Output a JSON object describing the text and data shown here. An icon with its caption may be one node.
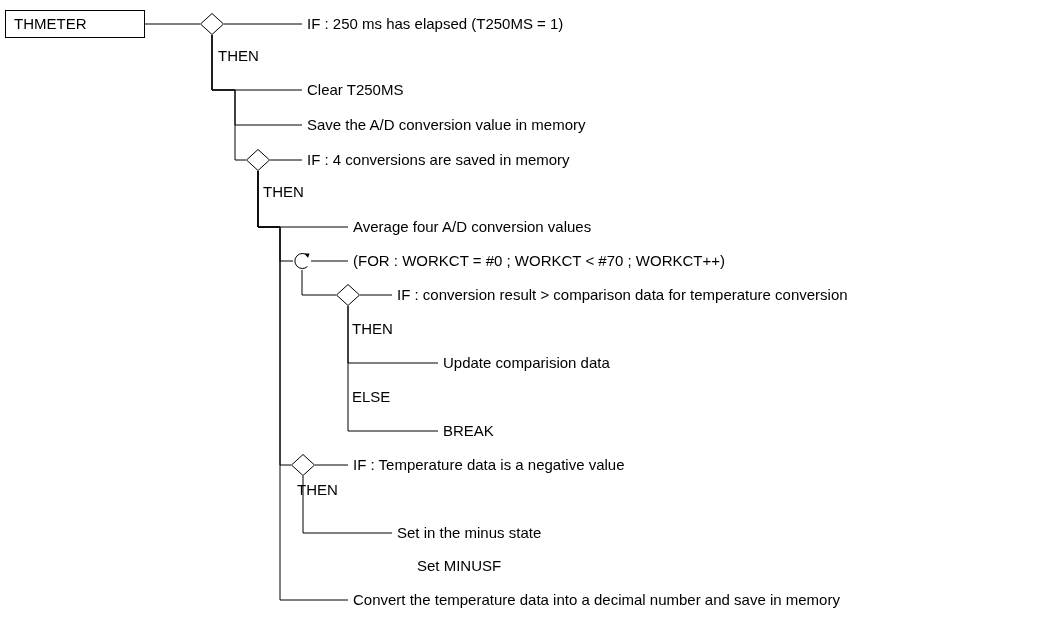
{
  "diagram": {
    "nodes": [
      {
        "text": [
          "THMETER"
        ]
      },
      {
        "text": [],
        "shape": "diamond"
      },
      {
        "text": [
          "IF : 250 ms has elapsed (T250MS = 1)"
        ]
      },
      {
        "text": [
          "Clear T250MS"
        ]
      },
      {
        "text": [
          "Save the A/D conversion value in memory"
        ]
      },
      {
        "text": [],
        "shape": "diamond"
      },
      {
        "text": [
          "IF : 4 conversions are saved in memory"
        ]
      },
      {
        "text": [
          "Average four A/D conversion values"
        ]
      },
      {
        "text": [],
        "shape": "circle"
      },
      {
        "text": [
          "(FOR : WORKCT = #0 ; WORKCT < #70 ; WORKCT++)"
        ]
      },
      {
        "text": [],
        "shape": "diamond"
      },
      {
        "text": [
          "IF : conversion result > comparison data for temperature conversion"
        ]
      },
      {
        "text": [
          "Update comparision data"
        ]
      },
      {
        "text": [
          "BREAK"
        ]
      },
      {
        "text": [],
        "shape": "diamond"
      },
      {
        "text": [
          "IF : Temperature data is a negative value"
        ]
      },
      {
        "text": [
          "Set in the minus state"
        ]
      },
      {
        "text": [
          "Convert the temperature data into a decimal number and save in memory"
        ]
      }
    ],
    "edges": [
      {
        "from": 0,
        "to": 1,
        "arrow": "none"
      },
      {
        "from": 1,
        "to": 2,
        "arrow": "none"
      },
      {
        "from": 1,
        "to": 3,
        "arrow": "none"
      },
      {
        "from": 1,
        "to": 4,
        "arrow": "none"
      },
      {
        "from": 1,
        "to": 5,
        "arrow": "none"
      },
      {
        "from": 5,
        "to": 6,
        "arrow": "none"
      },
      {
        "from": 5,
        "to": 7,
        "arrow": "none"
      },
      {
        "from": 5,
        "to": 8,
        "arrow": "none"
      },
      {
        "from": 8,
        "to": 9,
        "arrow": "none"
      },
      {
        "from": 8,
        "to": 10,
        "arrow": "none"
      },
      {
        "from": 10,
        "to": 11,
        "arrow": "none"
      },
      {
        "from": 10,
        "to": 12,
        "arrow": "none"
      },
      {
        "from": 10,
        "to": 13,
        "arrow": "none"
      },
      {
        "from": 5,
        "to": 14,
        "arrow": "none"
      },
      {
        "from": 14,
        "to": 15,
        "arrow": "none"
      },
      {
        "from": 14,
        "to": 16,
        "arrow": "none"
      },
      {
        "from": 5,
        "to": 17,
        "arrow": "none"
      }
    ],
    "labels": [
      "THEN",
      "THEN",
      "THEN",
      "ELSE",
      "THEN",
      "Set MINUSF"
    ]
  }
}
